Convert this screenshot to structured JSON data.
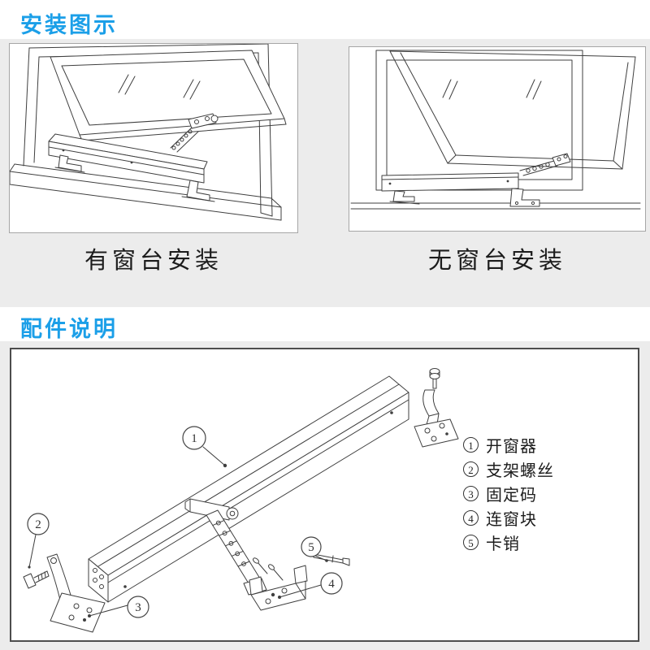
{
  "page": {
    "title_install": "安装图示",
    "title_parts": "配件说明"
  },
  "install": {
    "caption_with_sill": "有窗台安装",
    "caption_without_sill": "无窗台安装"
  },
  "parts": {
    "items": [
      {
        "num": "1",
        "label": "开窗器"
      },
      {
        "num": "2",
        "label": "支架螺丝"
      },
      {
        "num": "3",
        "label": "固定码"
      },
      {
        "num": "4",
        "label": "连窗块"
      },
      {
        "num": "5",
        "label": "卡销"
      }
    ]
  },
  "colors": {
    "accent": "#1b9fe8",
    "line": "#3f3f3f",
    "background": "#ececec",
    "card_border": "#a6a6a6",
    "panel_border": "#4d4d4d",
    "text": "#1c1c1c"
  }
}
